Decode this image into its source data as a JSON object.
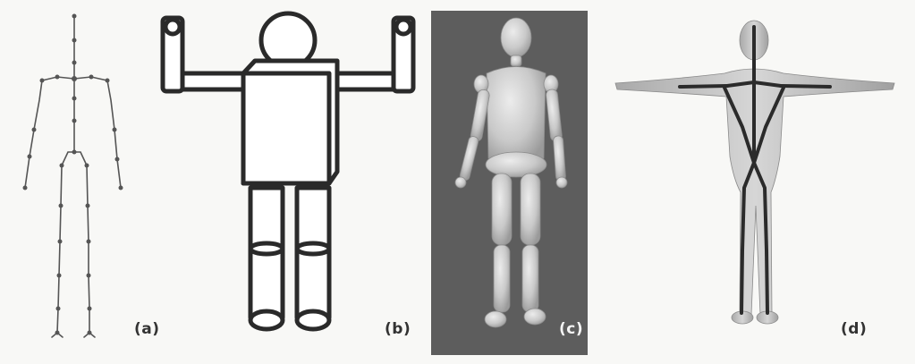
{
  "figure": {
    "panels": [
      {
        "id": "a",
        "label": "(a)",
        "content": "stick-skeleton"
      },
      {
        "id": "b",
        "label": "(b)",
        "content": "box-cylinder-figure"
      },
      {
        "id": "c",
        "label": "(c)",
        "content": "shaded-mannequin"
      },
      {
        "id": "d",
        "label": "(d)",
        "content": "mesh-with-skeleton"
      }
    ]
  },
  "colors": {
    "background": "#f8f8f6",
    "skeleton": "#555555",
    "outline": "#2a2a2a",
    "panel_c_background": "#5d5d5d",
    "mannequin": "#cfcfcf",
    "mesh": "#bdbdbd",
    "bone": "#2b2b2b"
  }
}
